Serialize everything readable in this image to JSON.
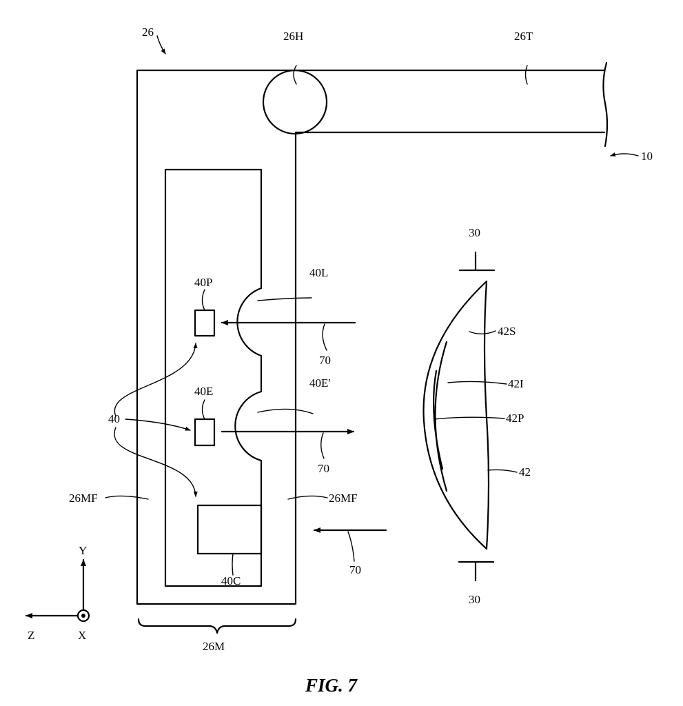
{
  "figure": {
    "caption": "FIG. 7",
    "labels": {
      "l26": "26",
      "l26H": "26H",
      "l26T": "26T",
      "l10": "10",
      "l30_top": "30",
      "l30_bottom": "30",
      "l40L": "40L",
      "l40P": "40P",
      "l42S": "42S",
      "l70_top": "70",
      "l40E_prime": "40E'",
      "l42I": "42I",
      "l40E": "40E",
      "l40": "40",
      "l42P": "42P",
      "l70_mid": "70",
      "l42": "42",
      "l26MF_left": "26MF",
      "l26MF_right": "26MF",
      "l70_bottom": "70",
      "l40C": "40C",
      "lY": "Y",
      "lZ": "Z",
      "lX": "X",
      "l26M": "26M"
    }
  }
}
